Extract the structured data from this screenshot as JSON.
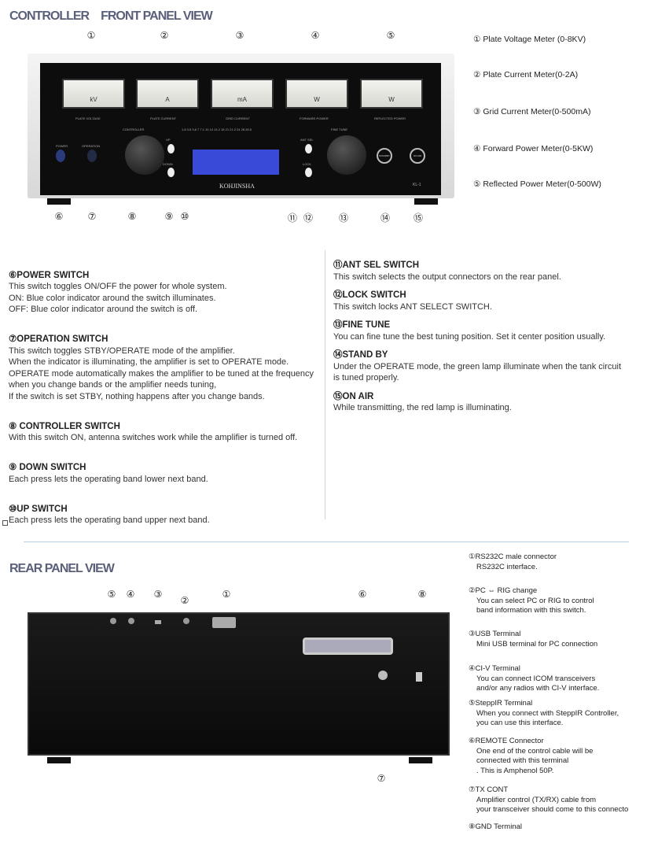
{
  "front": {
    "title": "CONTROLLER　FRONT PANEL VIEW",
    "markers_top": [
      "①",
      "②",
      "③",
      "④",
      "⑤"
    ],
    "markers_bottom": [
      "⑥",
      "⑦",
      "⑧",
      "⑨",
      "⑩",
      "⑪",
      "⑫",
      "⑬",
      "⑭",
      "⑮"
    ],
    "meter_units": [
      "kV",
      "A",
      "mA",
      "W",
      "W"
    ],
    "meter_labels": [
      "PLATE VOLTAGE",
      "PLATE CURRENT",
      "GRID CURRENT",
      "FORWARD POWER",
      "REFLECTED POWER"
    ],
    "panel_labels": {
      "power": "POWER",
      "operation": "OPERATION",
      "controller": "CONTROLLER",
      "up": "UP",
      "down": "DOWN",
      "ant_sel": "ANT SEL",
      "lock": "LOCK",
      "fine_tune": "FINE TUNE",
      "standby": "STANDBY",
      "on_air": "ON AIR",
      "brand": "KOHJINSHA",
      "model": "KL-1",
      "bands": "1.8 3.5 3.8 7 7.1 10 14 14.2 18 21 21.2 24 28 28.5"
    },
    "legend": [
      "① Plate Voltage Meter (0-8KV)",
      "② Plate Current Meter(0-2A)",
      "③ Grid Current Meter(0-500mA)",
      "④ Forward Power Meter(0-5KW)",
      "⑤ Reflected Power Meter(0-500W)"
    ]
  },
  "left_sections": [
    {
      "title": "⑥POWER SWITCH",
      "body": "This switch toggles ON/OFF the power for whole system.\nON: Blue color indicator around the switch illuminates.\nOFF: Blue color indicator around the switch is off."
    },
    {
      "title": "⑦OPERATION SWITCH",
      "body": "This switch toggles STBY/OPERATE mode of the amplifier.\nWhen the indicator is illuminating, the amplifier is set to OPERATE mode.\nOPERATE mode automatically makes the amplifier to be tuned at the frequency when you change bands or the amplifier needs tuning,\nIf the switch is set STBY, nothing happens after you change bands."
    },
    {
      "title": "⑧ CONTROLLER SWITCH",
      "body": "With this switch ON, antenna switches work while the amplifier is turned off."
    },
    {
      "title": "⑨ DOWN SWITCH",
      "body": "Each press lets the operating band lower next band."
    },
    {
      "title": "⑩UP SWITCH",
      "body": "Each press lets the operating band upper next band."
    }
  ],
  "right_sections": [
    {
      "title": "⑪ANT SEL SWITCH",
      "body": "This switch selects the output connectors on the rear panel."
    },
    {
      "title": "⑫LOCK SWITCH",
      "body": "This switch locks ANT SELECT SWITCH."
    },
    {
      "title": "⑬FINE TUNE",
      "body": "You can fine tune the best tuning position. Set it center position usually."
    },
    {
      "title": "⑭STAND BY",
      "body": "Under the OPERATE mode, the green lamp illuminate when the tank circuit is tuned properly."
    },
    {
      "title": "⑮ON AIR",
      "body": "While transmitting, the red lamp is illuminating."
    }
  ],
  "rear": {
    "title": "REAR PANEL VIEW",
    "markers": [
      "⑤",
      "④",
      "③",
      "②",
      "①",
      "⑥",
      "⑧",
      "⑦"
    ],
    "legend": [
      {
        "title": "①RS232C male connector",
        "lines": [
          "RS232C interface."
        ]
      },
      {
        "title": "②PC ⇔ RIG change",
        "lines": [
          "You can select PC or RIG to control",
          "band information with this switch."
        ]
      },
      {
        "title": "③USB Terminal",
        "lines": [
          "Mini USB terminal for PC connection"
        ]
      },
      {
        "title": "④CI-V  Terminal",
        "lines": [
          "You can connect ICOM transceivers",
          "and/or any radios with CI-V interface."
        ]
      },
      {
        "title": "⑤SteppIR Terminal",
        "lines": [
          "When you connect with SteppIR Controller,",
          "you can use this interface."
        ]
      },
      {
        "title": "⑥REMOTE Connector",
        "lines": [
          "One end of the control cable will be",
          "connected with this terminal",
          ". This is Amphenol 50P."
        ]
      },
      {
        "title": "⑦TX CONT",
        "lines": [
          "Amplifier control (TX/RX) cable from",
          "your transceiver should come to this connecto"
        ]
      },
      {
        "title": "⑧GND Terminal",
        "lines": []
      }
    ]
  }
}
